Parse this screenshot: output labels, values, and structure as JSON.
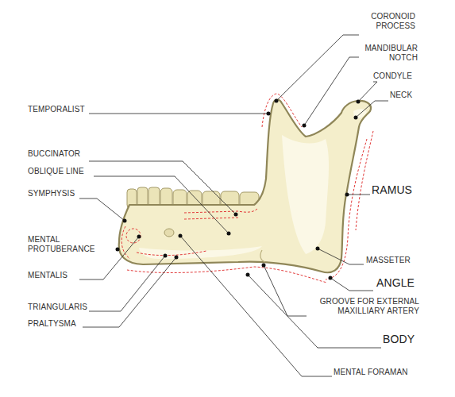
{
  "diagram": {
    "labels": [
      "CORONOID PROCESS",
      "MANDIBULAR NOTCH",
      "CONDYLE",
      "NECK",
      "TEMPORALIST",
      "RAMUS",
      "BUCCINATOR",
      "OBLIQUE LINE",
      "SYMPHYSIS",
      "MENTAL PROTUBERANCE",
      "MASSETER",
      "ANGLE",
      "MENTALIS",
      "GROOVE FOR EXTERNAL MAXILLIARY ARTERY",
      "TRIANGULARIS",
      "PRALTYSMA",
      "BODY",
      "MENTAL FORAMAN"
    ]
  }
}
